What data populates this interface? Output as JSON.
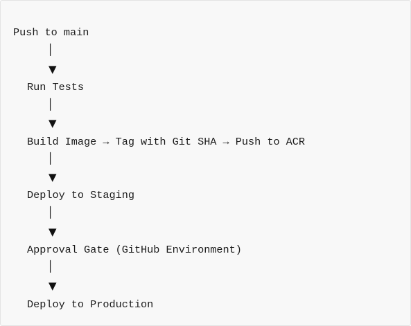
{
  "flow": {
    "steps": [
      "Push to main",
      "Run Tests",
      "Build Image → Tag with Git SHA → Push to ACR",
      "Deploy to Staging",
      "Approval Gate (GitHub Environment)",
      "Deploy to Production"
    ],
    "connector_bar": "│",
    "connector_head": "▼"
  }
}
